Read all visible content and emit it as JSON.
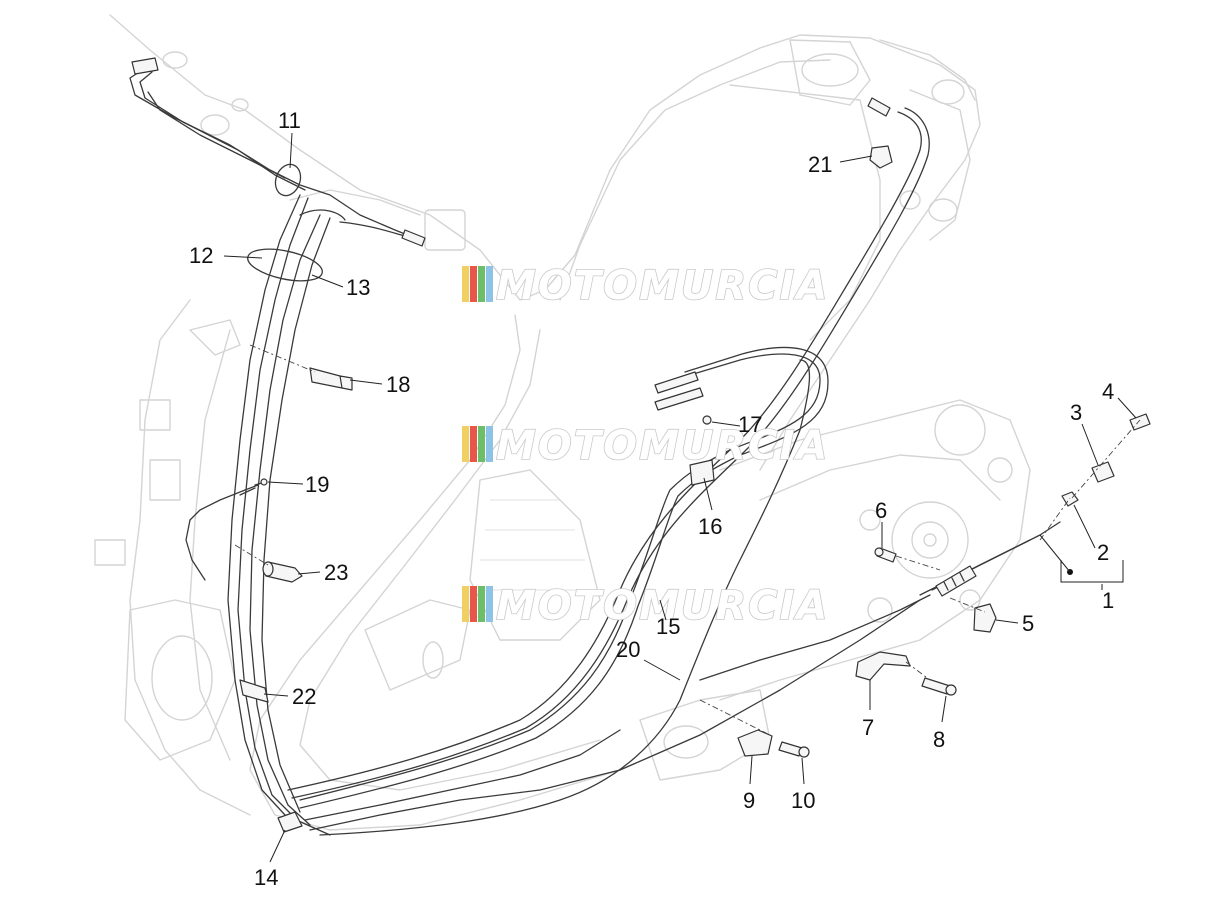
{
  "watermark": {
    "text": "MOTOMURCIA",
    "stripe_colors": [
      "#f2cf63",
      "#e8564a",
      "#6bbf6b",
      "#8ec3e8"
    ]
  },
  "callouts": [
    {
      "id": "c1",
      "label": "1"
    },
    {
      "id": "c2",
      "label": "2"
    },
    {
      "id": "c3",
      "label": "3"
    },
    {
      "id": "c4",
      "label": "4"
    },
    {
      "id": "c5",
      "label": "5"
    },
    {
      "id": "c6",
      "label": "6"
    },
    {
      "id": "c7",
      "label": "7"
    },
    {
      "id": "c8",
      "label": "8"
    },
    {
      "id": "c9",
      "label": "9"
    },
    {
      "id": "c10",
      "label": "10"
    },
    {
      "id": "c11",
      "label": "11"
    },
    {
      "id": "c12",
      "label": "12"
    },
    {
      "id": "c13",
      "label": "13"
    },
    {
      "id": "c14",
      "label": "14"
    },
    {
      "id": "c15",
      "label": "15"
    },
    {
      "id": "c16",
      "label": "16"
    },
    {
      "id": "c17",
      "label": "17"
    },
    {
      "id": "c18",
      "label": "18"
    },
    {
      "id": "c19",
      "label": "19"
    },
    {
      "id": "c20",
      "label": "20"
    },
    {
      "id": "c21",
      "label": "21"
    },
    {
      "id": "c22",
      "label": "22"
    },
    {
      "id": "c23",
      "label": "23"
    }
  ]
}
